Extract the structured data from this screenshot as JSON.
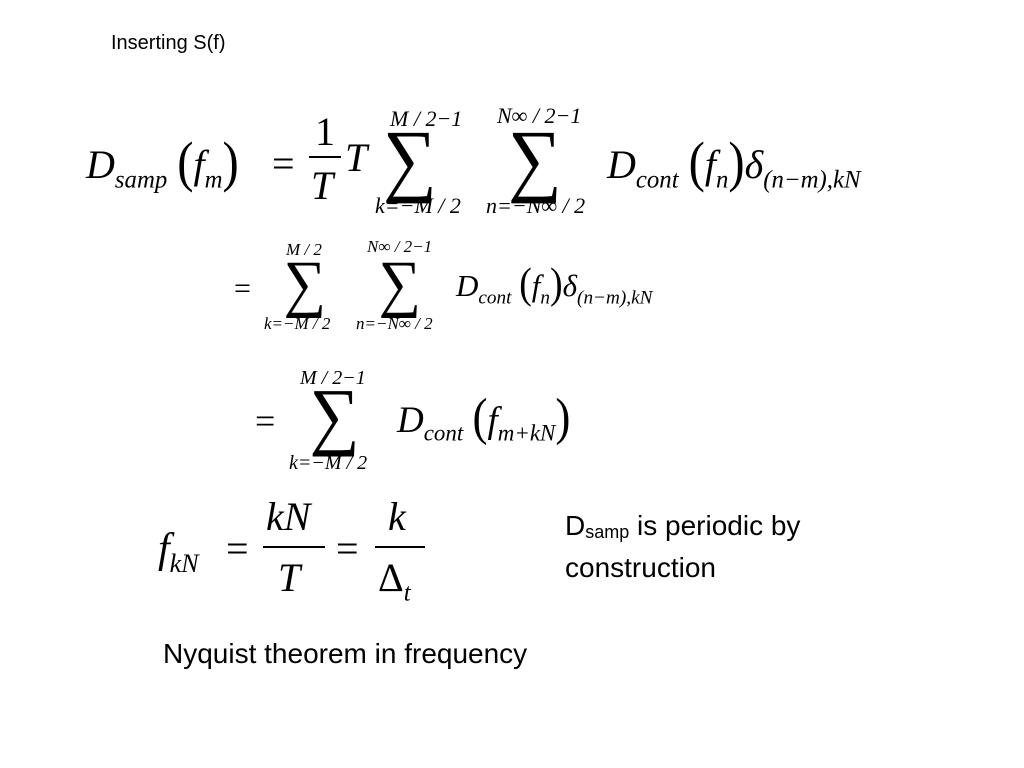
{
  "slide": {
    "heading": "Inserting  S(f)",
    "periodic_note": {
      "d": "D",
      "sub": "samp",
      "rest": " is periodic by",
      "line2": "construction"
    },
    "nyquist_caption": "Nyquist theorem in frequency"
  },
  "equations": {
    "eq1": {
      "lhs_D": "D",
      "lhs_sub": "samp",
      "lhs_f": "f",
      "lhs_fsub": "m",
      "equals": "=",
      "frac_num": "1",
      "frac_den": "T",
      "T": "T",
      "sigma": "∑",
      "sum1_upper": "M / 2−1",
      "sum1_lower": "k=−M / 2",
      "sum2_upper": "N∞ / 2−1",
      "sum2_lower": "n=−N∞ / 2",
      "D": "D",
      "Dsub": "cont",
      "f": "f",
      "fsub": "n",
      "delta": "δ",
      "delta_sub": "(n−m),kN"
    },
    "eq2": {
      "equals": "=",
      "sum1_upper": "M / 2",
      "sum1_lower": "k=−M / 2",
      "sum2_upper": "N∞ / 2−1",
      "sum2_lower": "n=−N∞ / 2",
      "D": "D",
      "Dsub": "cont",
      "f": "f",
      "fsub": "n",
      "delta": "δ",
      "delta_sub": "(n−m),kN"
    },
    "eq3": {
      "equals": "=",
      "sum_upper": "M / 2−1",
      "sum_lower": "k=−M / 2",
      "D": "D",
      "Dsub": "cont",
      "f": "f",
      "fsub": "m+kN"
    },
    "eq4": {
      "f": "f",
      "fsub": "kN",
      "equals": "=",
      "frac1_num": "kN",
      "frac1_den": "T",
      "frac2_num": "k",
      "frac2_den": "Δ",
      "frac2_den_sub": "t"
    }
  }
}
